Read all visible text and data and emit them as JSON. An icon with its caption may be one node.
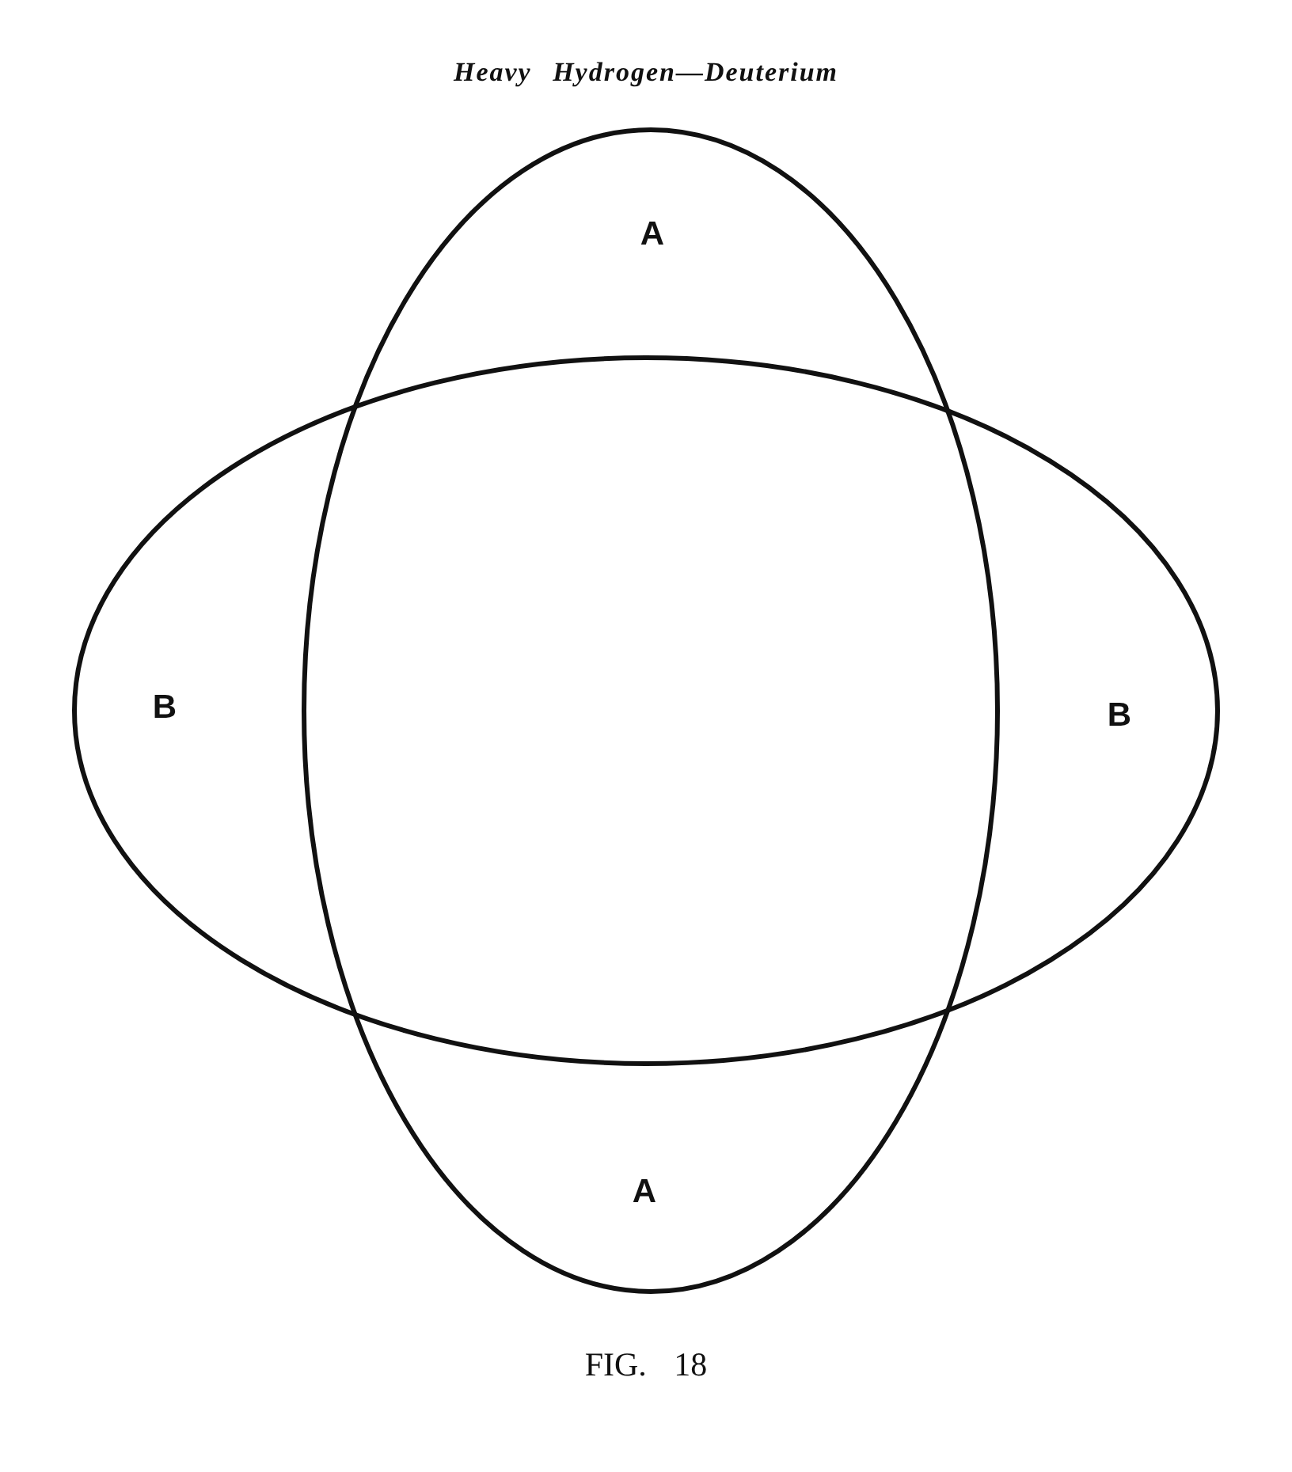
{
  "diagram": {
    "title": "Heavy Hydrogen—Deuterium",
    "caption": "FIG. 18",
    "nodes": [
      {
        "text": [
          "A",
          "A"
        ]
      },
      {
        "text": [
          "B",
          "B"
        ]
      }
    ]
  }
}
